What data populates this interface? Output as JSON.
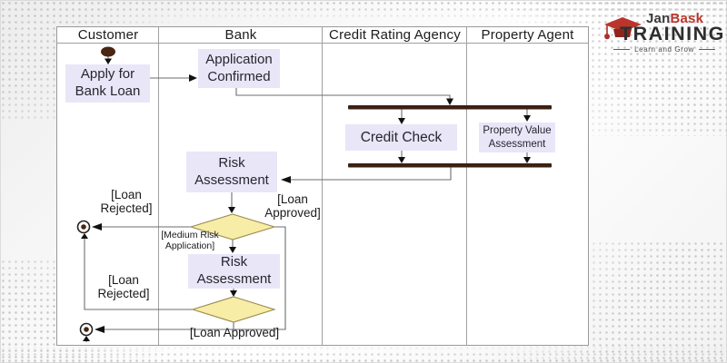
{
  "logo": {
    "brand_first": "Jan",
    "brand_second": "Bask",
    "brand_sub": "TRAINING",
    "tagline": "Learn and Grow"
  },
  "lanes": [
    {
      "label": "Customer"
    },
    {
      "label": "Bank"
    },
    {
      "label": "Credit Rating Agency"
    },
    {
      "label": "Property Agent"
    }
  ],
  "nodes": {
    "apply": "Apply for Bank Loan",
    "application_confirmed": "Application Confirmed",
    "credit_check": "Credit Check",
    "property_value": "Property Value Assessment",
    "risk_assessment_1": "Risk Assessment",
    "risk_assessment_2": "Risk Assessment"
  },
  "edge_labels": {
    "loan_rejected_1": "[Loan Rejected]",
    "loan_approved_1": "[Loan Approved]",
    "medium_risk": "[Medium Risk Application]",
    "loan_rejected_2": "[Loan Rejected]",
    "loan_approved_2": "[Loan Approved]"
  },
  "colors": {
    "accent_red": "#bb352b",
    "box_lavender": "#e9e6f8",
    "diamond_yellow": "#f7eda6",
    "diamond_border": "#9a8a50",
    "bar_brown": "#3b2112",
    "line_gray": "#6e6e6e"
  }
}
